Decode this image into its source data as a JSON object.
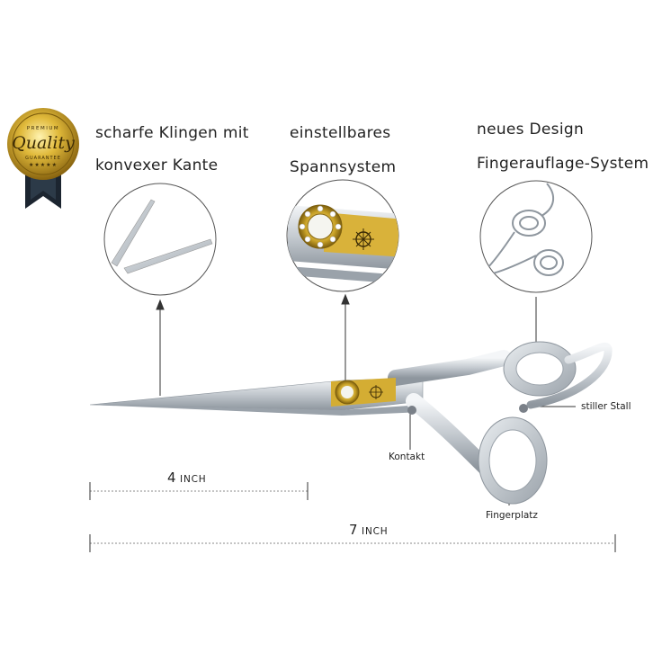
{
  "badge": {
    "top_text": "PREMIUM",
    "main_text": "Quality",
    "bottom_text": "GUARANTEE",
    "stars": "★★★★★"
  },
  "features": {
    "blade": {
      "line1": "scharfe Klingen mit",
      "line2": "konvexer Kante"
    },
    "tension": {
      "line1": "einstellbares",
      "line2": "Spannsystem"
    },
    "design": {
      "line1": "neues Design",
      "line2": "Fingerauflage-System"
    }
  },
  "callouts": {
    "silent_stop": "stiller Stall",
    "contact": "Kontakt",
    "finger_rest": "Fingerplatz"
  },
  "measurements": {
    "blade_length": {
      "value": "4",
      "unit": "INCH"
    },
    "total_length": {
      "value": "7",
      "unit": "INCH"
    }
  },
  "colors": {
    "gold": "#c9a227",
    "steel": "#b8bec4",
    "line": "#333333"
  }
}
